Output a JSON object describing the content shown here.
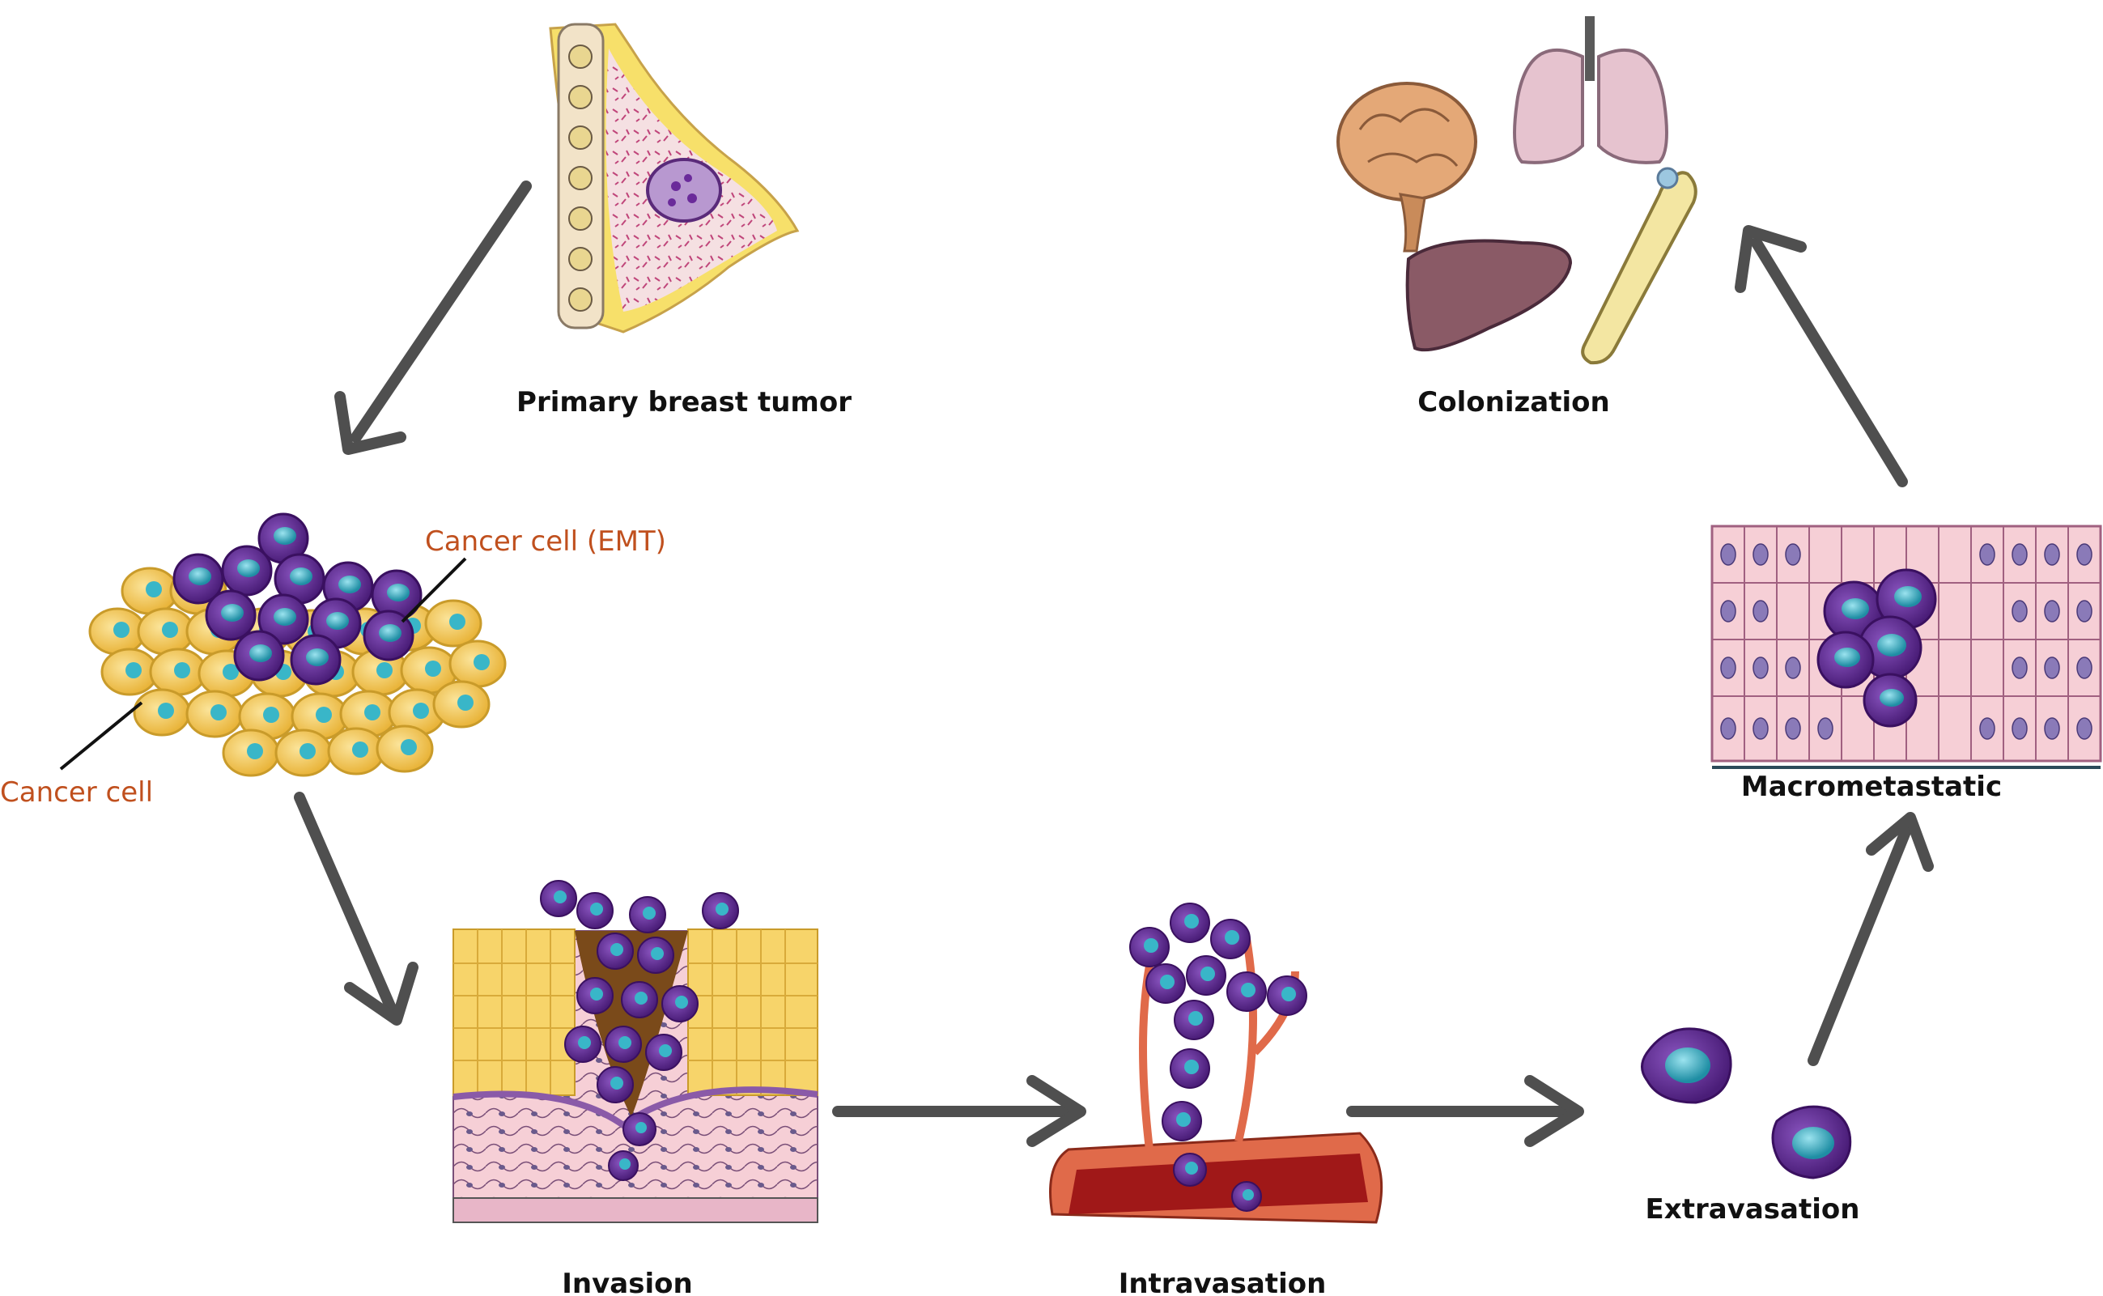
{
  "stages": {
    "primary": "Primary breast tumor",
    "invasion": "Invasion",
    "intravasation": "Intravasation",
    "extravasation": "Extravasation",
    "macrometastatic": "Macrometastatic",
    "colonization": "Colonization"
  },
  "annotations": {
    "emt": "Cancer cell (EMT)",
    "cancer_cell": "Cancer cell"
  },
  "colors": {
    "arrow": "#4f4f4f",
    "annotation": "#c0501e",
    "cancer_cell_yellow": "#f3cc5a",
    "cancer_cell_nucleus": "#39b6c8",
    "emt_cell": "#5b2a8c",
    "vessel": "#e06a4a"
  }
}
